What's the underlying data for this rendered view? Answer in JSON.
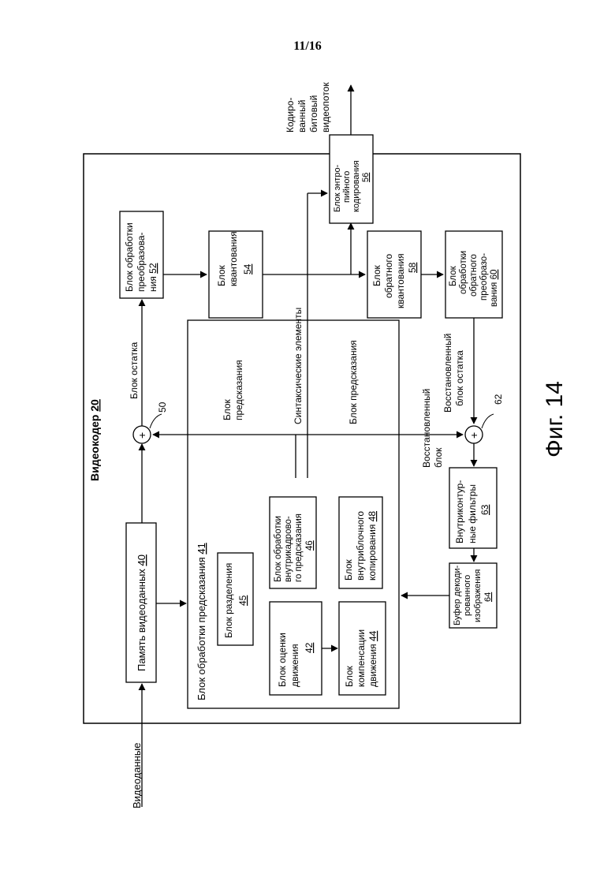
{
  "page": {
    "number": "11/16"
  },
  "figure": {
    "caption": "Фиг. 14"
  },
  "encoder": {
    "name": "Видеокодер",
    "num": "20"
  },
  "blocks": {
    "video_memory": {
      "line1": "Память видеоданных",
      "num": "40"
    },
    "prediction_processing": {
      "line1": "Блок обработки предсказания",
      "num": "41"
    },
    "partition": {
      "line1": "Блок разделения",
      "num": "45"
    },
    "motion_estimation": {
      "line1": "Блок оценки",
      "line2": "движения",
      "num": "42"
    },
    "motion_compensation": {
      "line1": "Блок",
      "line2": "компенсации",
      "line3": "движения",
      "num": "44"
    },
    "intra_prediction": {
      "line1": "Блок обработки",
      "line2": "внутрикадрово-",
      "line3": "го предсказания",
      "num": "46"
    },
    "intra_block_copy": {
      "line1": "Блок",
      "line2": "внутриблочного",
      "line3": "копирования",
      "num": "48"
    },
    "transform": {
      "line1": "Блок обработки",
      "line2": "преобразова-",
      "line3": "ния",
      "num": "52"
    },
    "quantization": {
      "line1": "Блок",
      "line2": "квантования",
      "num": "54"
    },
    "entropy": {
      "line1": "Блок энтро-",
      "line2": "пийного",
      "line3": "кодирования",
      "num": "56"
    },
    "inverse_quant": {
      "line1": "Блок",
      "line2": "обратного",
      "line3": "квантования",
      "num": "58"
    },
    "inverse_transform": {
      "line1": "Блок",
      "line2": "обработки",
      "line3": "обратного",
      "line4": "преобразо-",
      "line5": "вания",
      "num": "60"
    },
    "loop_filters": {
      "line1": "Внутриконтур-",
      "line2": "ные фильтры",
      "num": "63"
    },
    "dpb": {
      "line1": "Буфер декоди-",
      "line2": "рованного",
      "line3": "изображения",
      "num": "64"
    }
  },
  "summers": {
    "top": {
      "symbol": "+",
      "num": "50"
    },
    "bottom": {
      "symbol": "+",
      "num": "62"
    }
  },
  "labels": {
    "video_data": "Видеоданные",
    "residual_block": "Блок остатка",
    "prediction_block_1": "Блок",
    "prediction_block_2": "предсказания",
    "syntax_elements": "Синтаксические элементы",
    "prediction_block_full": "Блок предсказания",
    "recon_residual_1": "Восстановленный",
    "recon_residual_2": "блок остатка",
    "recon_block_1": "Восстановленный",
    "recon_block_2": "блок",
    "bitstream_1": "Кодиро-",
    "bitstream_2": "ванный",
    "bitstream_3": "битовый",
    "bitstream_4": "видеопоток"
  }
}
